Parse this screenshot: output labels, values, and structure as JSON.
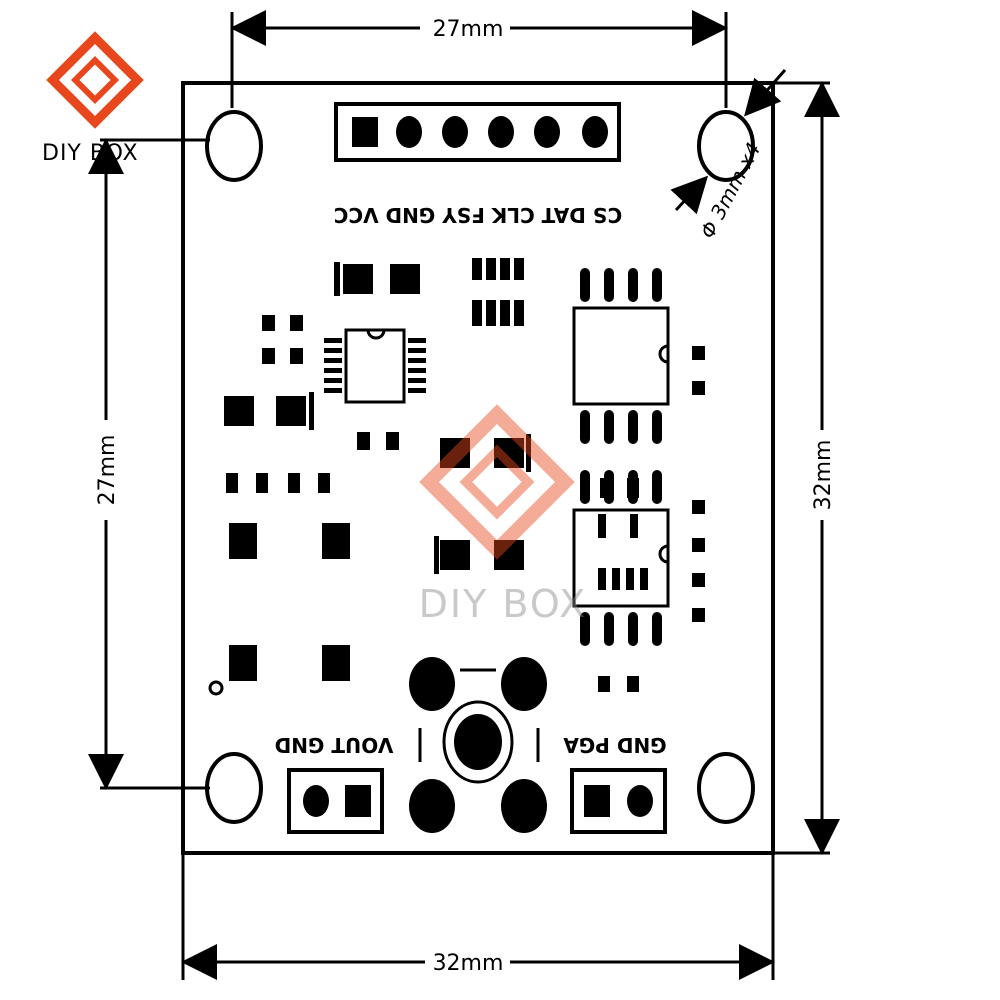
{
  "brand": {
    "logo_text": "DIY BOX",
    "watermark_text": "DIY BOX",
    "logo_color": "#e8471d"
  },
  "dimensions": {
    "top_hole_spacing": "27mm",
    "bottom_width": "32mm",
    "left_hole_spacing": "27mm",
    "right_height": "32mm",
    "hole_note": "Φ 3mm x4"
  },
  "header_pins": {
    "labels": "CS DAT CLK FSY GND VCC"
  },
  "connectors": {
    "left_labels": "VOUT GND",
    "right_labels": "GND PGA"
  }
}
